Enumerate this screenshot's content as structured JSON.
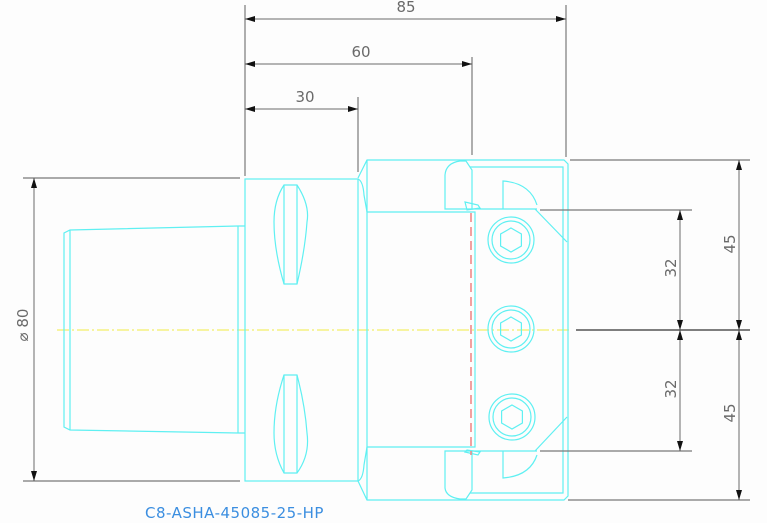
{
  "drawing": {
    "part_number": "C8-ASHA-45085-25-HP",
    "colors": {
      "outline": "#5ff0f2",
      "dimension": "#6a6a6a",
      "centerline": "#f4f06a",
      "hidden_line": "#f08a8a",
      "label": "#3b8ee0"
    }
  },
  "dimensions": {
    "horizontal": [
      {
        "id": "overall-length",
        "label": "85"
      },
      {
        "id": "jaw-position",
        "label": "60"
      },
      {
        "id": "body-length",
        "label": "30"
      }
    ],
    "vertical_right": [
      {
        "id": "upper-half-height",
        "label": "45"
      },
      {
        "id": "lower-half-height",
        "label": "45"
      },
      {
        "id": "upper-screw-pitch",
        "label": "32"
      },
      {
        "id": "lower-screw-pitch",
        "label": "32"
      }
    ],
    "diameter": {
      "id": "shank-diameter",
      "label": "⌀ 80"
    }
  },
  "features": {
    "screws": [
      {
        "name": "clamp-screw-top",
        "icon": "hex-socket-screw-icon"
      },
      {
        "name": "clamp-screw-middle",
        "icon": "hex-socket-screw-icon"
      },
      {
        "name": "clamp-screw-bottom",
        "icon": "hex-socket-screw-icon"
      }
    ],
    "slots": [
      "drive-slot-upper",
      "drive-slot-lower"
    ]
  }
}
